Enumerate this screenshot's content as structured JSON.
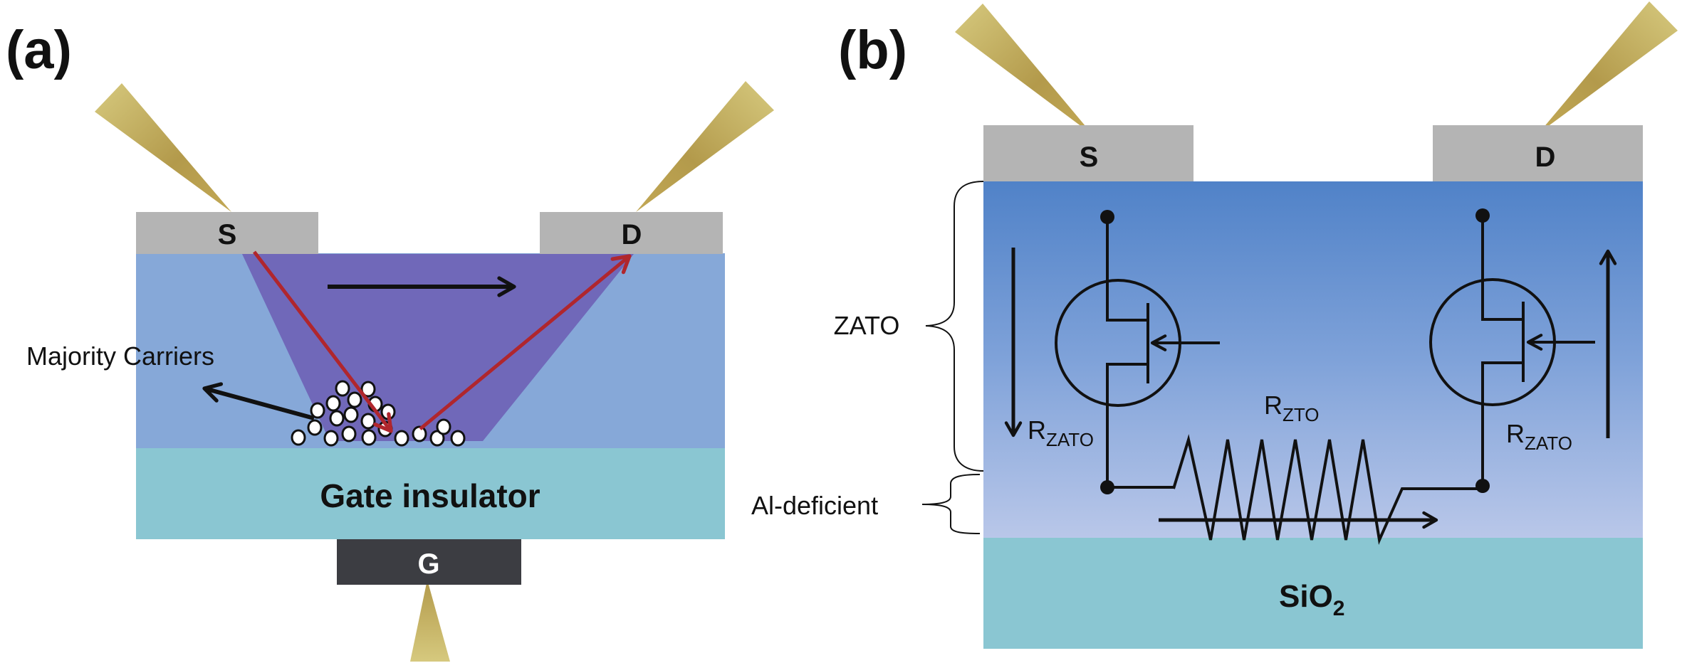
{
  "panel_a": {
    "label": "(a)",
    "source_label": "S",
    "drain_label": "D",
    "gate_label": "G",
    "gate_insulator_label": "Gate insulator",
    "majority_carriers_label": "Majority Carriers",
    "carrier_count": 21
  },
  "panel_b": {
    "label": "(b)",
    "source_label": "S",
    "drain_label": "D",
    "zato_label": "ZATO",
    "al_deficient_label": "Al-deficient",
    "substrate_label_main": "SiO",
    "substrate_label_sub": "2",
    "r_zato_main": "R",
    "r_zato_sub": "ZATO",
    "r_zto_main": "R",
    "r_zto_sub": "ZTO"
  },
  "colors": {
    "electrode": "#b4b4b4",
    "gate_electrode": "#3c3d42",
    "channel": "#86a8d8",
    "accumulation": "#7068b9",
    "insulator": "#8ac6d2",
    "zato_top": "#5082c8",
    "zato_bottom": "#b9c7e9",
    "probe_light": "#d6c97e",
    "probe_dark": "#b39a4b",
    "current_path": "#b0262d"
  }
}
